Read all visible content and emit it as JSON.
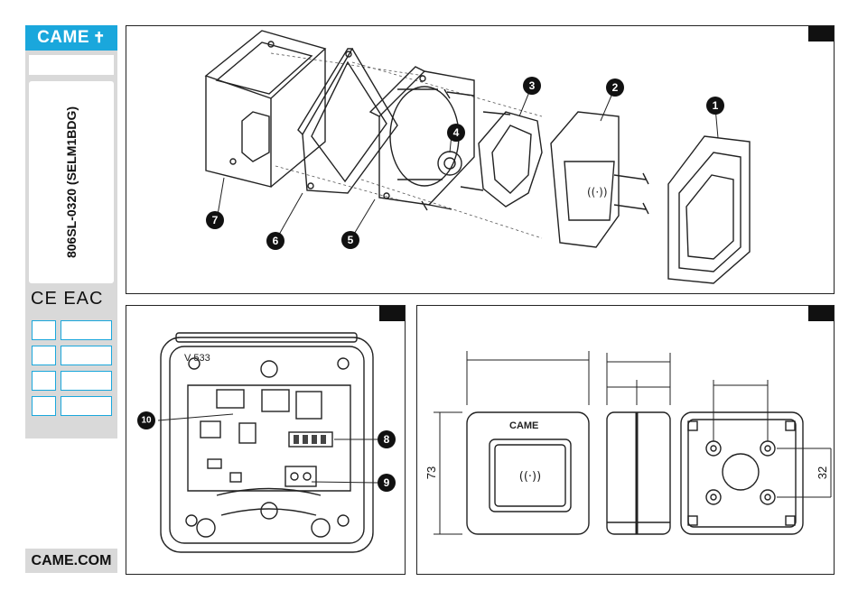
{
  "sidebar": {
    "brand": "CAME",
    "product_code": "806SL-0320 (SELM1BDG)",
    "marks": "CE EAC",
    "website": "CAME.COM"
  },
  "figure1": {
    "callouts": [
      "1",
      "2",
      "3",
      "4",
      "5",
      "6",
      "7"
    ]
  },
  "figure2": {
    "board_text": "V 533",
    "callouts": [
      "8",
      "9",
      "10"
    ]
  },
  "figure3": {
    "front_brand": "CAME",
    "height_label": "73",
    "hole_spacing_label": "32"
  },
  "colors": {
    "brand_blue": "#1aa7dc",
    "sidebar_gray": "#d9d9d9",
    "line": "#222222"
  }
}
